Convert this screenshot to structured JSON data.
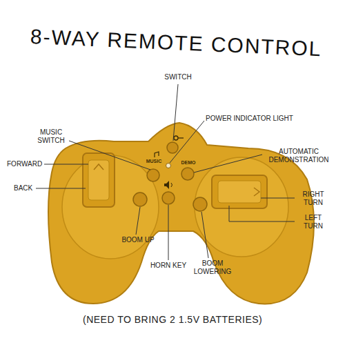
{
  "diagram": {
    "title": "8-WAY REMOTE CONTROL",
    "caption": "(NEED TO BRING 2 1.5V BATTERIES)",
    "labels": [
      "SWITCH",
      "POWER INDICATOR LIGHT",
      "MUSIC SWITCH",
      "AUTOMATIC DEMONSTRATION",
      "MUSIC",
      "DEMO",
      "FORWARD",
      "BACK",
      "RIGHT TURN",
      "LEFT TURN",
      "BOOM UP",
      "HORN KEY",
      "BOOM LOWERING"
    ]
  }
}
